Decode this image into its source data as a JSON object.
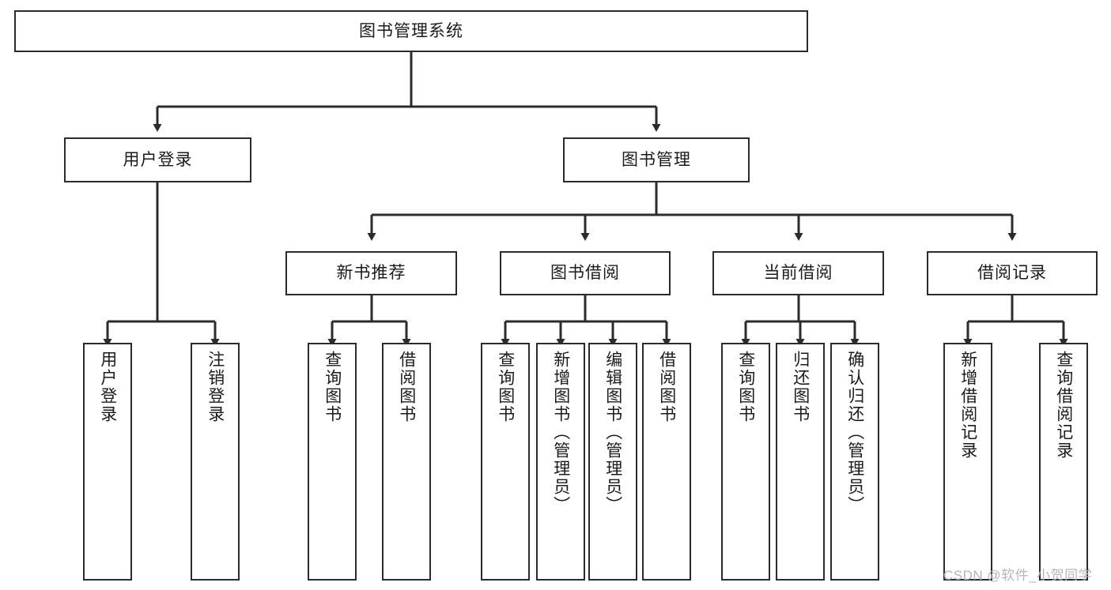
{
  "diagram": {
    "type": "hierarchy-tree",
    "title": "图书管理系统",
    "watermark": "CSDN @软件_小贺同学",
    "levels": {
      "root": {
        "label": "图书管理系统"
      },
      "level2": [
        {
          "label": "用户登录"
        },
        {
          "label": "图书管理"
        }
      ],
      "level3": [
        {
          "label": "新书推荐"
        },
        {
          "label": "图书借阅"
        },
        {
          "label": "当前借阅"
        },
        {
          "label": "借阅记录"
        }
      ],
      "leaves": {
        "user_login": [
          {
            "label": "用户登录"
          },
          {
            "label": "注销登录"
          }
        ],
        "new_book_recommend": [
          {
            "label": "查询图书"
          },
          {
            "label": "借阅图书"
          }
        ],
        "book_borrow": [
          {
            "label": "查询图书"
          },
          {
            "label": "新增图书（管理员）"
          },
          {
            "label": "编辑图书（管理员）"
          },
          {
            "label": "借阅图书"
          }
        ],
        "current_borrow": [
          {
            "label": "查询图书"
          },
          {
            "label": "归还图书"
          },
          {
            "label": "确认归还（管理员）"
          }
        ],
        "borrow_record": [
          {
            "label": "新增借阅记录"
          },
          {
            "label": "查询借阅记录"
          }
        ]
      }
    },
    "colors": {
      "stroke": "#2b2b2b",
      "fill": "#ffffff",
      "text": "#1b1b1b",
      "watermark": "#b6b6b6"
    }
  }
}
